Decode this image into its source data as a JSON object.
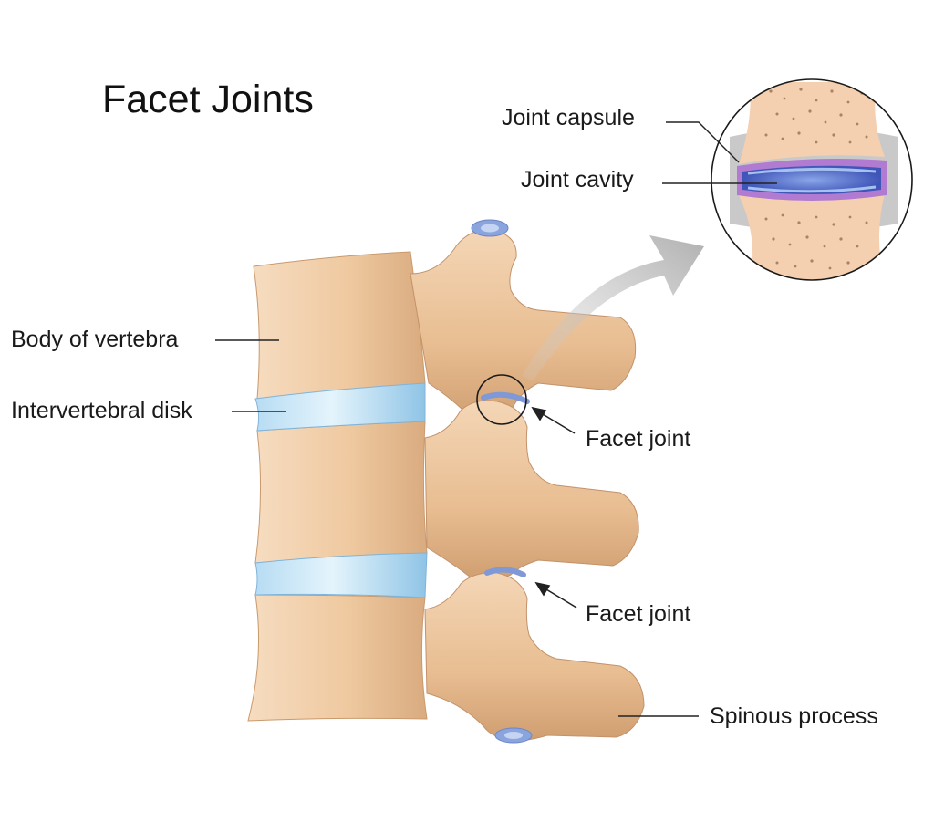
{
  "title": "Facet Joints",
  "labels": {
    "joint_capsule": "Joint capsule",
    "joint_cavity": "Joint cavity",
    "body_of_vertebra": "Body of vertebra",
    "intervertebral_disk": "Intervertebral disk",
    "facet_joint_upper": "Facet joint",
    "facet_joint_lower": "Facet joint",
    "spinous_process": "Spinous process"
  },
  "colors": {
    "bone": "#efc9a0",
    "bone_shadow": "#d5a77a",
    "disk": "#a9d6ef",
    "cartilage": "#6a88d4",
    "cavity": "#2f3fa6",
    "capsule": "#b9b9b9",
    "arrow": "#b8b8b8"
  }
}
